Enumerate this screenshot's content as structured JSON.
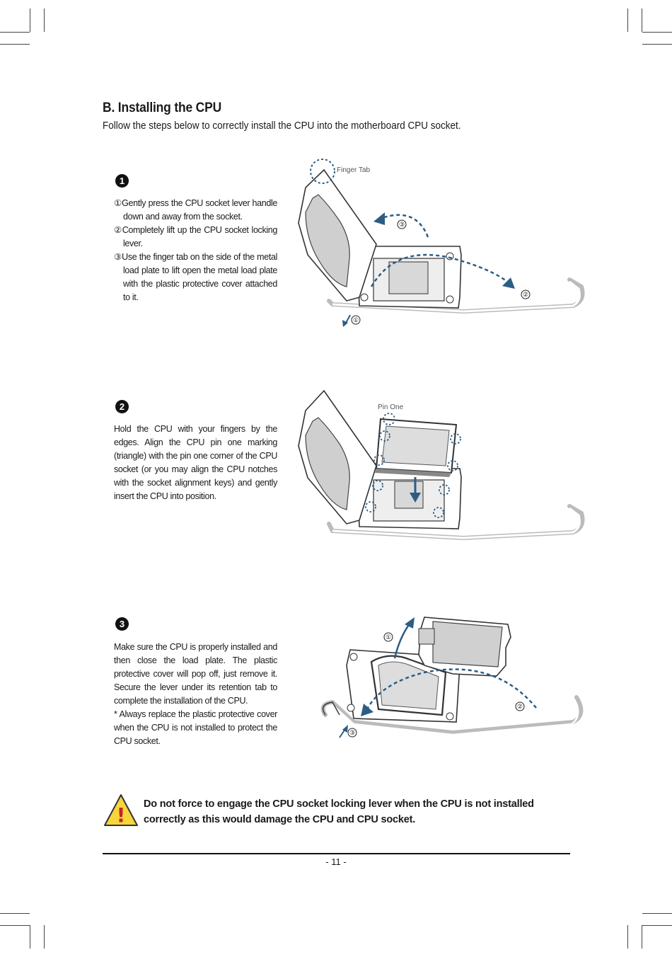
{
  "section": {
    "title": "B. Installing the CPU",
    "intro": "Follow the steps below to correctly install the CPU into the motherboard CPU socket."
  },
  "steps": [
    {
      "badge": "❶",
      "items": [
        {
          "num": "①",
          "text": "Gently press the CPU socket lever handle down and away from the socket."
        },
        {
          "num": "②",
          "text": "Completely lift up the CPU socket locking lever."
        },
        {
          "num": "③",
          "text": "Use the finger tab on the side of the metal load plate to lift open the metal load plate with the plastic protective cover attached to it."
        }
      ],
      "diagram": {
        "label": "Finger Tab",
        "callouts": [
          "①",
          "②",
          "③"
        ]
      }
    },
    {
      "badge": "❷",
      "text": "Hold the CPU with your fingers by the edges. Align the CPU pin one marking (triangle) with the pin one corner of the CPU socket (or you may align the CPU notches with the socket alignment keys) and gently insert the CPU into position.",
      "diagram": {
        "label": "Pin One"
      }
    },
    {
      "badge": "❸",
      "text": "Make sure the CPU is properly installed and then close the load plate. The plastic protective cover will pop off, just remove it. Secure the lever under its retention tab to complete the installation of the CPU.",
      "note": "* Always replace the plastic protective cover when the CPU is not installed to protect the CPU socket.",
      "diagram": {
        "callouts": [
          "①",
          "②",
          "③"
        ]
      }
    }
  ],
  "warning": {
    "glyph": "!",
    "text": "Do not force to engage the CPU socket locking lever when the CPU is not installed correctly as this would damage the CPU and CPU socket."
  },
  "footer": {
    "page_number": "- 11 -"
  },
  "colors": {
    "accent_blue": "#2c5d85",
    "warning_yellow": "#f6d63a",
    "warning_red": "#c9202a"
  }
}
